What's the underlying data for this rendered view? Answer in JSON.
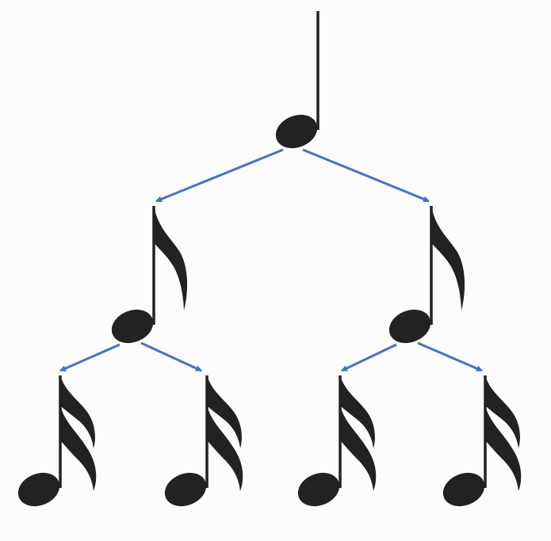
{
  "diagram": {
    "kind": "note-value subdivision tree",
    "levels": [
      {
        "note": "quarter-note",
        "count": 1
      },
      {
        "note": "eighth-note",
        "count": 2
      },
      {
        "note": "sixteenth-note",
        "count": 4
      }
    ],
    "colors": {
      "background": "#fcfcfc",
      "note": "#222222",
      "arrow": "#4472c4"
    }
  }
}
